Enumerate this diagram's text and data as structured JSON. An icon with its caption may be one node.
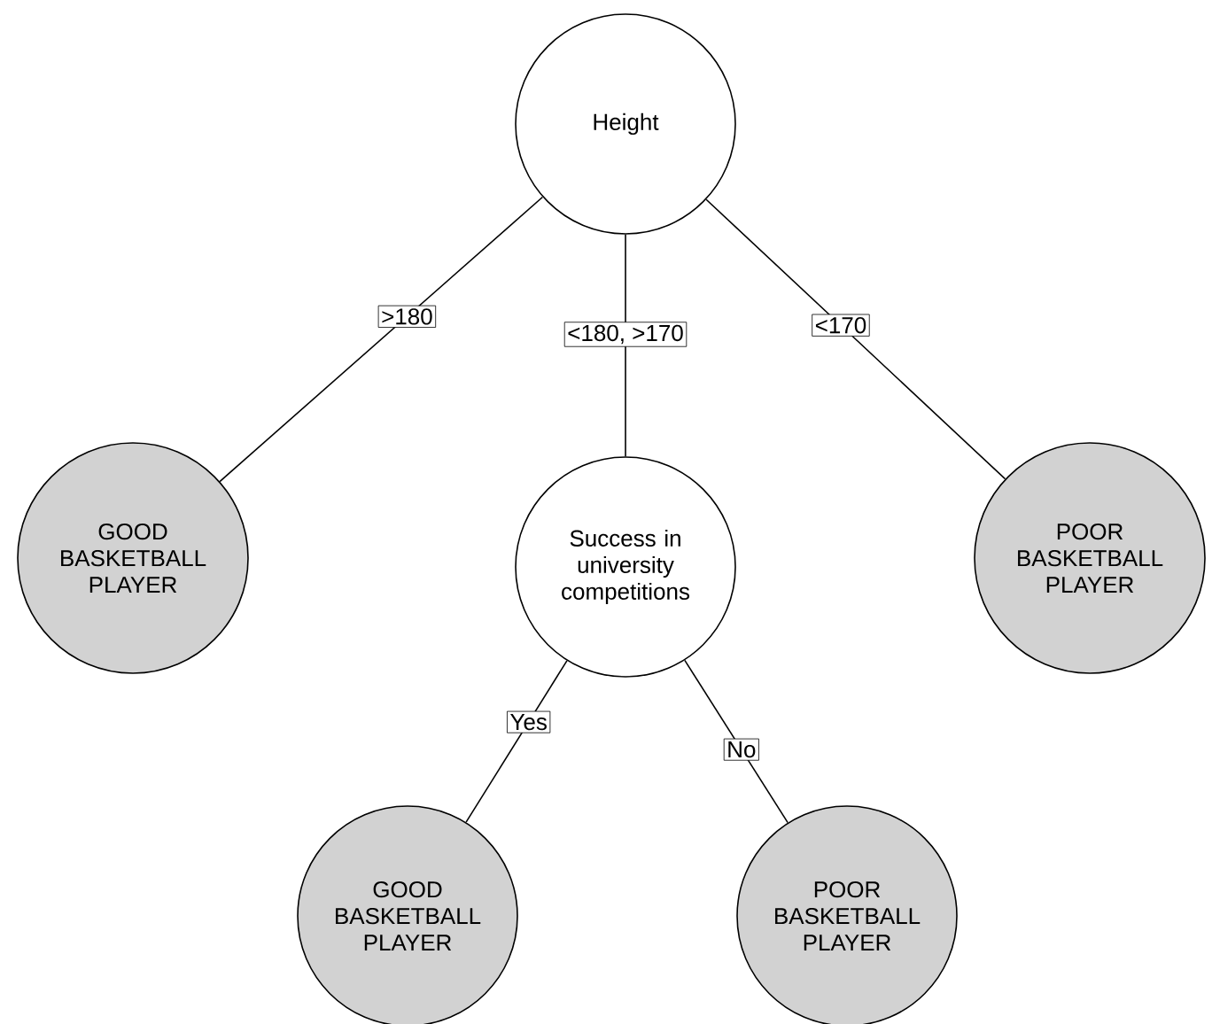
{
  "diagram": {
    "nodes": [
      {
        "text": [
          "Height"
        ]
      },
      {
        "text": [
          "GOOD BASKETBALL PLAYER"
        ]
      },
      {
        "text": [
          "Success in university competitions"
        ]
      },
      {
        "text": [
          "POOR BASKETBALL PLAYER"
        ]
      },
      {
        "text": [
          "GOOD BASKETBALL PLAYER"
        ]
      },
      {
        "text": [
          "POOR BASKETBALL PLAYER"
        ]
      }
    ],
    "edges": [
      {
        "from": 0,
        "to": 1,
        "arrow": "none",
        "label": ">180"
      },
      {
        "from": 0,
        "to": 2,
        "arrow": "none",
        "label": "<180, >170"
      },
      {
        "from": 0,
        "to": 3,
        "arrow": "none",
        "label": "<170"
      },
      {
        "from": 2,
        "to": 4,
        "arrow": "none",
        "label": "Yes"
      },
      {
        "from": 2,
        "to": 5,
        "arrow": "none",
        "label": "No"
      }
    ]
  }
}
